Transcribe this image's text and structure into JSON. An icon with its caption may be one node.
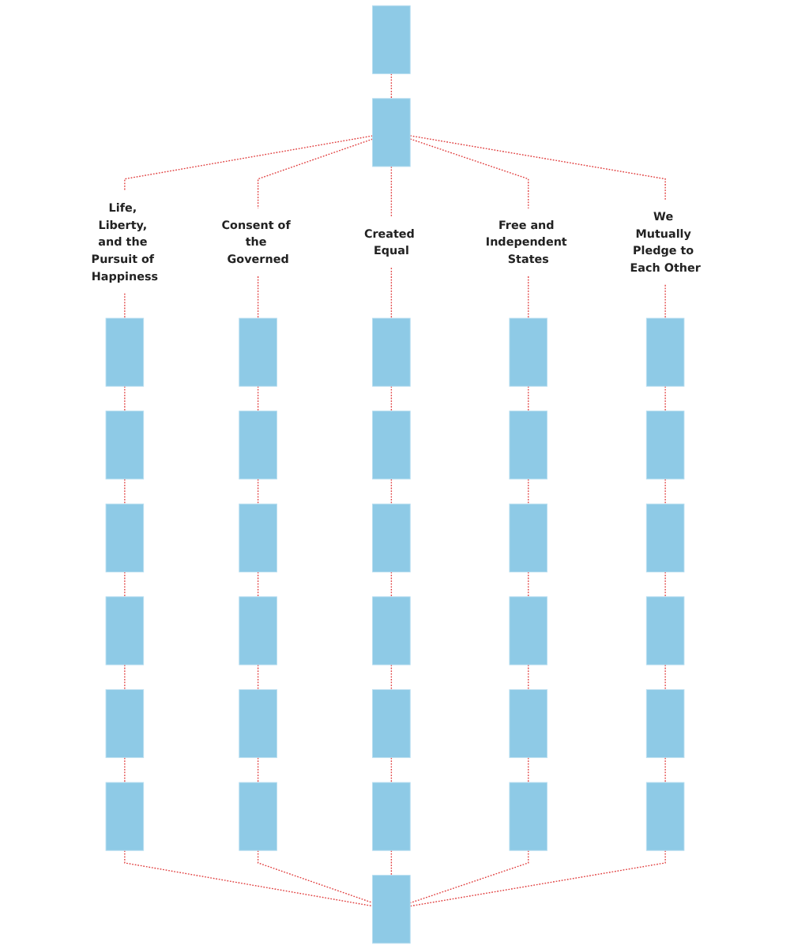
{
  "diagram": {
    "nodes": [
      {
        "text": [],
        "shape": "box"
      },
      {
        "text": [],
        "shape": "box"
      },
      {
        "text": [
          "Life, Liberty, and the Pursuit of Happiness"
        ]
      },
      {
        "text": [
          "Consent of the Governed"
        ]
      },
      {
        "text": [
          "Created Equal"
        ]
      },
      {
        "text": [
          "Free and Independent States"
        ]
      },
      {
        "text": [
          "We Mutually Pledge to Each Other"
        ]
      },
      {
        "text": [],
        "shape": "box"
      },
      {
        "text": [],
        "shape": "box"
      },
      {
        "text": [],
        "shape": "box"
      },
      {
        "text": [],
        "shape": "box"
      },
      {
        "text": [],
        "shape": "box"
      },
      {
        "text": [],
        "shape": "box"
      },
      {
        "text": [],
        "shape": "box"
      },
      {
        "text": [],
        "shape": "box"
      },
      {
        "text": [],
        "shape": "box"
      },
      {
        "text": [],
        "shape": "box"
      },
      {
        "text": [],
        "shape": "box"
      },
      {
        "text": [],
        "shape": "box"
      },
      {
        "text": [],
        "shape": "box"
      },
      {
        "text": [],
        "shape": "box"
      },
      {
        "text": [],
        "shape": "box"
      },
      {
        "text": [],
        "shape": "box"
      },
      {
        "text": [],
        "shape": "box"
      },
      {
        "text": [],
        "shape": "box"
      },
      {
        "text": [],
        "shape": "box"
      },
      {
        "text": [],
        "shape": "box"
      },
      {
        "text": [],
        "shape": "box"
      },
      {
        "text": [],
        "shape": "box"
      },
      {
        "text": [],
        "shape": "box"
      },
      {
        "text": [],
        "shape": "box"
      },
      {
        "text": [],
        "shape": "box"
      },
      {
        "text": [],
        "shape": "box"
      },
      {
        "text": [],
        "shape": "box"
      },
      {
        "text": [],
        "shape": "box"
      },
      {
        "text": [],
        "shape": "box"
      },
      {
        "text": [],
        "shape": "box"
      },
      {
        "text": [],
        "shape": "box"
      }
    ],
    "edges": [
      {
        "from": 0,
        "to": 1,
        "arrow": "none",
        "style": "dashed"
      },
      {
        "from": 1,
        "to": 2,
        "arrow": "none",
        "style": "dashed"
      },
      {
        "from": 1,
        "to": 3,
        "arrow": "none",
        "style": "dashed"
      },
      {
        "from": 1,
        "to": 4,
        "arrow": "none",
        "style": "dashed"
      },
      {
        "from": 1,
        "to": 5,
        "arrow": "none",
        "style": "dashed"
      },
      {
        "from": 1,
        "to": 6,
        "arrow": "none",
        "style": "dashed"
      },
      {
        "from": 2,
        "to": 7,
        "arrow": "none",
        "style": "dashed"
      },
      {
        "from": 3,
        "to": 8,
        "arrow": "none",
        "style": "dashed"
      },
      {
        "from": 4,
        "to": 9,
        "arrow": "none",
        "style": "dashed"
      },
      {
        "from": 5,
        "to": 10,
        "arrow": "none",
        "style": "dashed"
      },
      {
        "from": 6,
        "to": 11,
        "arrow": "none",
        "style": "dashed"
      },
      {
        "from": 7,
        "to": 12,
        "arrow": "none",
        "style": "dashed"
      },
      {
        "from": 8,
        "to": 13,
        "arrow": "none",
        "style": "dashed"
      },
      {
        "from": 9,
        "to": 14,
        "arrow": "none",
        "style": "dashed"
      },
      {
        "from": 10,
        "to": 15,
        "arrow": "none",
        "style": "dashed"
      },
      {
        "from": 11,
        "to": 16,
        "arrow": "none",
        "style": "dashed"
      },
      {
        "from": 12,
        "to": 17,
        "arrow": "none",
        "style": "dashed"
      },
      {
        "from": 13,
        "to": 18,
        "arrow": "none",
        "style": "dashed"
      },
      {
        "from": 14,
        "to": 19,
        "arrow": "none",
        "style": "dashed"
      },
      {
        "from": 15,
        "to": 20,
        "arrow": "none",
        "style": "dashed"
      },
      {
        "from": 16,
        "to": 21,
        "arrow": "none",
        "style": "dashed"
      },
      {
        "from": 17,
        "to": 22,
        "arrow": "none",
        "style": "dashed"
      },
      {
        "from": 18,
        "to": 23,
        "arrow": "none",
        "style": "dashed"
      },
      {
        "from": 19,
        "to": 24,
        "arrow": "none",
        "style": "dashed"
      },
      {
        "from": 20,
        "to": 25,
        "arrow": "none",
        "style": "dashed"
      },
      {
        "from": 21,
        "to": 26,
        "arrow": "none",
        "style": "dashed"
      },
      {
        "from": 22,
        "to": 27,
        "arrow": "none",
        "style": "dashed"
      },
      {
        "from": 23,
        "to": 28,
        "arrow": "none",
        "style": "dashed"
      },
      {
        "from": 24,
        "to": 29,
        "arrow": "none",
        "style": "dashed"
      },
      {
        "from": 25,
        "to": 30,
        "arrow": "none",
        "style": "dashed"
      },
      {
        "from": 26,
        "to": 31,
        "arrow": "none",
        "style": "dashed"
      },
      {
        "from": 27,
        "to": 32,
        "arrow": "none",
        "style": "dashed"
      },
      {
        "from": 28,
        "to": 33,
        "arrow": "none",
        "style": "dashed"
      },
      {
        "from": 29,
        "to": 34,
        "arrow": "none",
        "style": "dashed"
      },
      {
        "from": 30,
        "to": 35,
        "arrow": "none",
        "style": "dashed"
      },
      {
        "from": 31,
        "to": 36,
        "arrow": "none",
        "style": "dashed"
      },
      {
        "from": 32,
        "to": 37,
        "arrow": "none",
        "style": "dashed"
      },
      {
        "from": 33,
        "to": 37,
        "arrow": "none",
        "style": "dashed"
      },
      {
        "from": 34,
        "to": 37,
        "arrow": "none",
        "style": "dashed"
      },
      {
        "from": 35,
        "to": 37,
        "arrow": "none",
        "style": "dashed"
      },
      {
        "from": 36,
        "to": 37,
        "arrow": "none",
        "style": "dashed"
      }
    ]
  }
}
